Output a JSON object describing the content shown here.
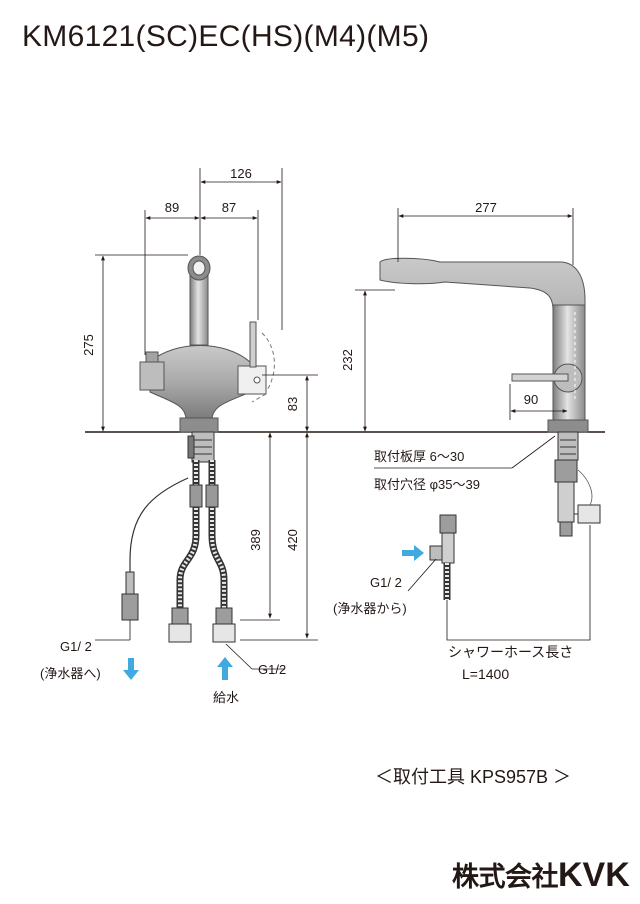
{
  "title": "KM6121(SC)EC(HS)(M4)(M5)",
  "dimensions": {
    "d126": "126",
    "d89": "89",
    "d87": "87",
    "d277": "277",
    "d275": "275",
    "d232": "232",
    "d83": "83",
    "d90": "90",
    "d389": "389",
    "d420": "420"
  },
  "labels": {
    "plate_thickness": "取付板厚 6～30",
    "hole_diameter": "取付穴径 φ35～39",
    "g12_out": "G1/ 2",
    "to_purifier": "(浄水器へ)",
    "g12_supply": "G1/2",
    "water_supply": "給水",
    "g12_in": "G1/ 2",
    "from_purifier": "(浄水器から)",
    "hose_length": "シャワーホース長さ",
    "hose_value": "L=1400"
  },
  "kit_label": "＜取付工具 KPS957B ＞",
  "logo": {
    "prefix": "株式会社",
    "brand": "KVK"
  },
  "colors": {
    "line": "#231815",
    "arrow": "#3fa9e0",
    "body": "#9a9a9a",
    "body_light": "#d6d6d6"
  }
}
